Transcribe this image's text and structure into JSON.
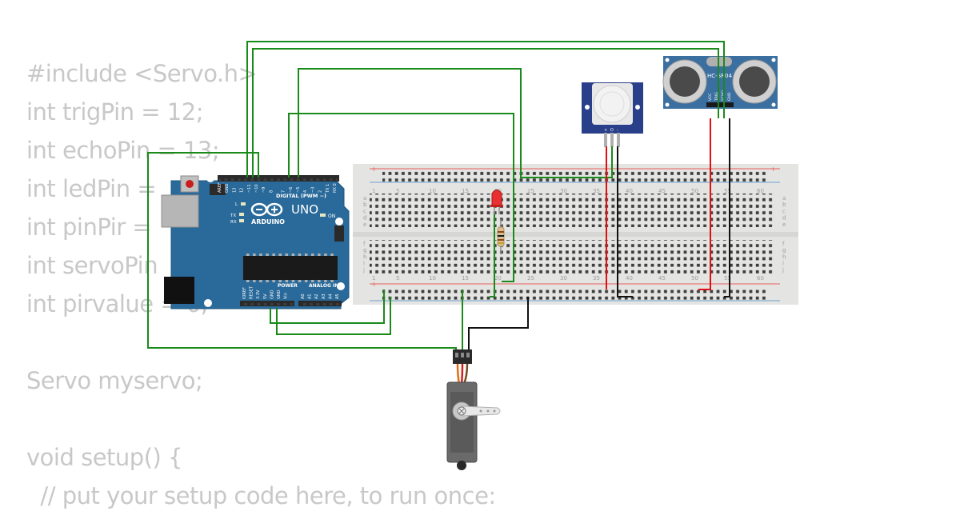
{
  "code_lines": [
    "#include <Servo.h>",
    "int trigPin = 12;",
    "int echoPin = 13;",
    "int ledPin = ",
    "int pinPir = ",
    "int servoPin",
    "int pirvalue = 0;",
    "",
    "Servo myservo;",
    "",
    "void setup() {",
    "  // put your setup code here, to run once:"
  ],
  "arduino": {
    "brand": "ARDUINO",
    "model": "UNO",
    "digital_header": "DIGITAL (PWM ~)",
    "power_header": "POWER",
    "analog_header": "ANALOG IN",
    "on_label": "ON",
    "l_label": "L",
    "tx_label": "TX",
    "rx_label": "RX",
    "digital_pins": [
      "AREF",
      "GND",
      "13",
      "12",
      "~11",
      "~10",
      "~9",
      "8",
      "7",
      "~6",
      "~5",
      "4",
      "~3",
      "2",
      "TX 1",
      "RX 0"
    ],
    "power_pins": [
      "IOREF",
      "RESET",
      "3.3V",
      "5V",
      "GND",
      "GND",
      "Vin"
    ],
    "analog_pins": [
      "A0",
      "A1",
      "A2",
      "A3",
      "A4",
      "A5"
    ]
  },
  "breadboard": {
    "column_labels": [
      "1",
      "5",
      "10",
      "15",
      "20",
      "25",
      "30",
      "35",
      "40",
      "45",
      "50",
      "55",
      "60"
    ],
    "row_labels_top": [
      "a",
      "b",
      "c",
      "d",
      "e"
    ],
    "row_labels_bottom": [
      "f",
      "g",
      "h",
      "i",
      "j"
    ],
    "rail_plus": "+",
    "rail_minus": "-"
  },
  "ultrasonic": {
    "label": "HC-SR04",
    "pins": [
      "VCC",
      "TRIG",
      "ECHO",
      "GND"
    ]
  },
  "pir": {
    "pins": [
      "+",
      "D",
      "-"
    ]
  },
  "colors": {
    "wire_green": "#1a8a1a",
    "wire_red": "#e01010",
    "wire_black": "#111111",
    "arduino_blue": "#2a6a9a",
    "sensor_blue": "#3a6fa0",
    "code_gray": "#c8c8c8"
  }
}
